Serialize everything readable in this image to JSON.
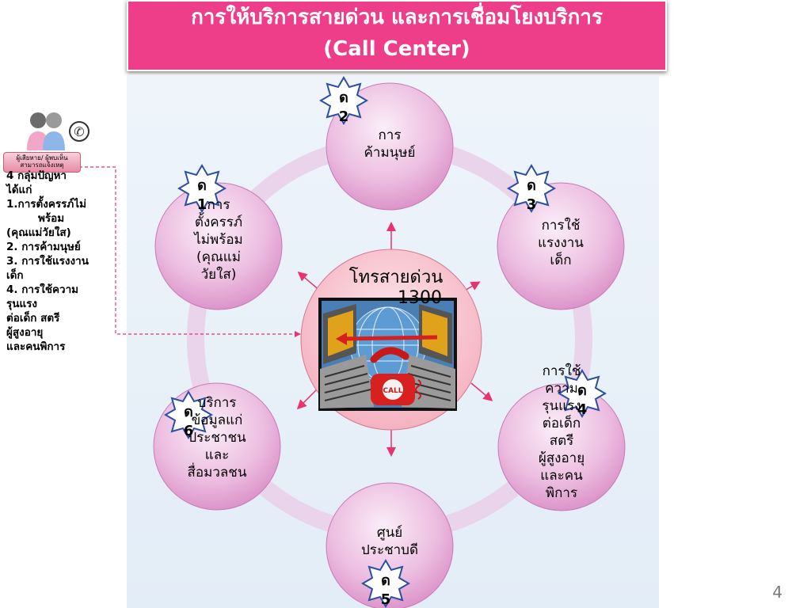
{
  "header": {
    "title_line1": "การให้บริการสายด่วน และการเชื่อมโยงบริการ",
    "title_line2": "(Call Center)"
  },
  "center": {
    "line1": "โทรสายด่วน",
    "line2": "1300",
    "image_label": "CALL"
  },
  "nodes": [
    {
      "id": "top",
      "text": "การ\nค้ามนุษย์"
    },
    {
      "id": "top-left",
      "text": "การ\nตั้งครรภ์\nไม่พร้อม\n(คุณแม่\nวัยใส)"
    },
    {
      "id": "top-right",
      "text": "การใช้\nแรงงาน\nเด็ก"
    },
    {
      "id": "bottom-right",
      "text": "การใช้\nความ\nรุนแรง\nต่อเด็ก\nสตรี\nผู้สูงอายุ\nและคน\nพิการ"
    },
    {
      "id": "bottom",
      "text": "ศูนย์\nประชาบดี"
    },
    {
      "id": "bottom-left",
      "text": "บริการ\nข้อมูลแก่\nประชาชน\nและ\nสื่อมวลชน"
    }
  ],
  "stars": [
    {
      "id": "star-1",
      "label": "ด\n1"
    },
    {
      "id": "star-2",
      "label": "ด\n2"
    },
    {
      "id": "star-3",
      "label": "ด\n3"
    },
    {
      "id": "star-4",
      "label": "ด\n4"
    },
    {
      "id": "star-5",
      "label": "ด\n5"
    },
    {
      "id": "star-6",
      "label": "ด\n6"
    }
  ],
  "sidebar": {
    "badge": "ผู้เสียหาย/ ผู้พบเห็น\nสามารถแจ้งเหตุ",
    "lines": [
      "4 กลุ่มปัญหา",
      "ได้แก่",
      "1.การตั้งครรภ์ไม่",
      "พร้อม",
      "(คุณแม่วัยใส)",
      "2. การค้ามนุษย์",
      "3. การใช้แรงงาน",
      "เด็ก",
      "4. การใช้ความ",
      "รุนแรง",
      "ต่อเด็ก สตรี",
      "ผู้สูงอายุ",
      "และคนพิการ"
    ]
  },
  "colors": {
    "title_bg": "#ee3e8a",
    "arrow": "#e8336e",
    "dashed": "#e8336e",
    "node_bubble": "#e6a3cf",
    "ring": "#e9c9e8"
  },
  "icons": {
    "people": "people-icon",
    "phone": "phone-icon"
  },
  "page_number": "4"
}
